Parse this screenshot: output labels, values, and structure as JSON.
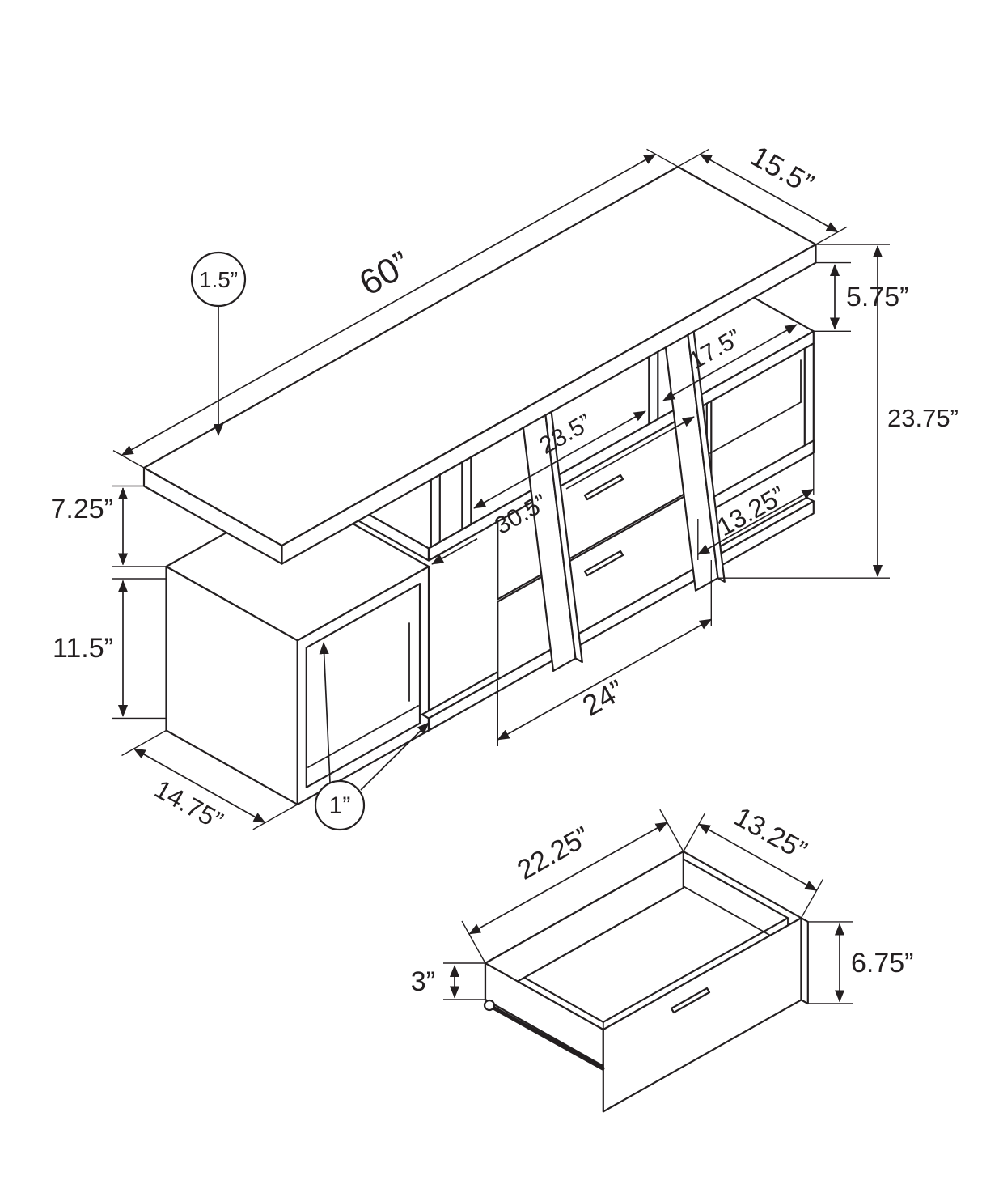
{
  "main_unit": {
    "callout_top_thickness": "1.5”",
    "callout_board_thickness": "1”",
    "dim_length": "60”",
    "dim_depth": "15.5”",
    "dim_top_gap": "5.75”",
    "dim_right_opening": "17.5”",
    "dim_center_opening": "23.5”",
    "dim_shelf_span": "30.5”",
    "dim_height": "23.75”",
    "dim_cubby_width": "13.25”",
    "dim_left_gap": "7.25”",
    "dim_cube_interior": "11.5”",
    "dim_cube_depth": "14.75”",
    "dim_drawer_width": "24”"
  },
  "drawer_detail": {
    "dim_length": "22.25”",
    "dim_depth": "13.25”",
    "dim_front_height": "6.75”",
    "dim_side_height": "3”"
  }
}
